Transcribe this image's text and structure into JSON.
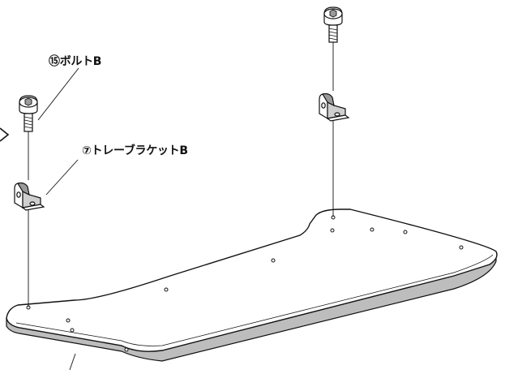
{
  "diagram": {
    "callouts": {
      "bolt_b": "⑮ボルトB",
      "tray_bracket_b": "⑦トレーブラケットB"
    },
    "parts": [
      "bolt-b",
      "tray-bracket-b",
      "tray-board"
    ],
    "colors": {
      "line": "#111111",
      "fill": "#ffffff",
      "shade": "#d9d9d9",
      "dark_shade": "#9a9a9a"
    }
  }
}
